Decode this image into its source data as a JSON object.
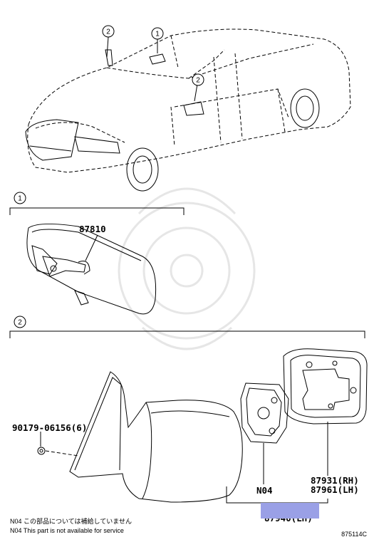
{
  "callouts": {
    "one": "1",
    "two": "2"
  },
  "parts": {
    "rear_view_mirror": "87810",
    "bolt": "90179-06156(6)",
    "mirror_sub_assy": "N04",
    "mirror_rh": "87931(RH)",
    "mirror_lh": "87961(LH)",
    "outer_mirror_lh": "87940(LH)"
  },
  "notes": {
    "jp": "N04 この部品については補給していません",
    "en": "N04 This part is not available for service"
  },
  "illustration_id": "875114C",
  "highlight_color": "#9aa0e6"
}
